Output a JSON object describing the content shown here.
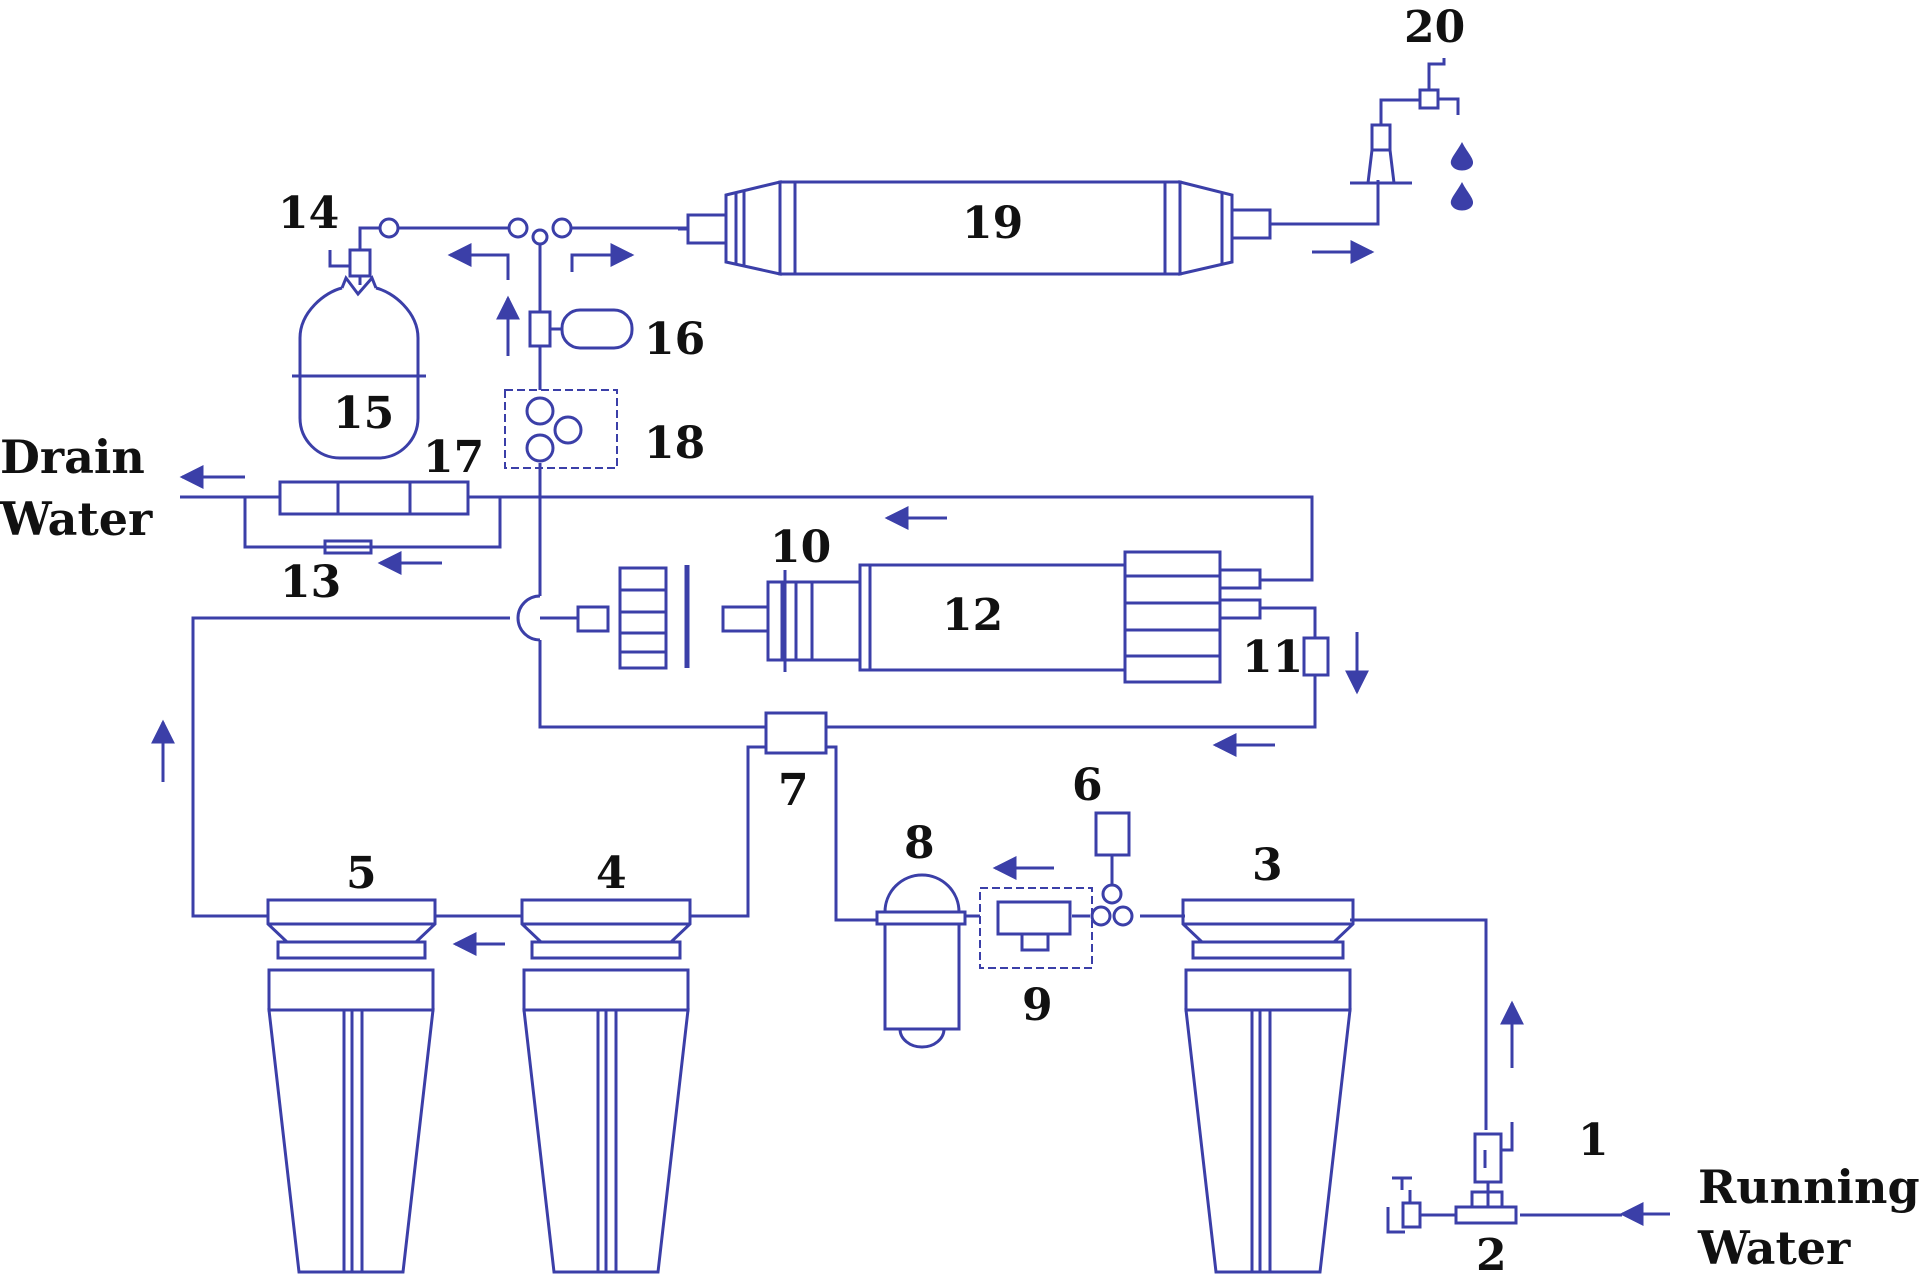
{
  "colors": {
    "line": "#3b3fa8",
    "text": "#111111",
    "droplet": "#3b3fa8"
  },
  "labels": {
    "drain_line1": "Drain",
    "drain_line2": "Water",
    "running_line1": "Running",
    "running_line2": "Water"
  },
  "numbers": {
    "n1": "1",
    "n2": "2",
    "n3": "3",
    "n4": "4",
    "n5": "5",
    "n6": "6",
    "n7": "7",
    "n8": "8",
    "n9": "9",
    "n10": "10",
    "n11": "11",
    "n12": "12",
    "n13": "13",
    "n14": "14",
    "n15": "15",
    "n16": "16",
    "n17": "17",
    "n18": "18",
    "n19": "19",
    "n20": "20"
  }
}
